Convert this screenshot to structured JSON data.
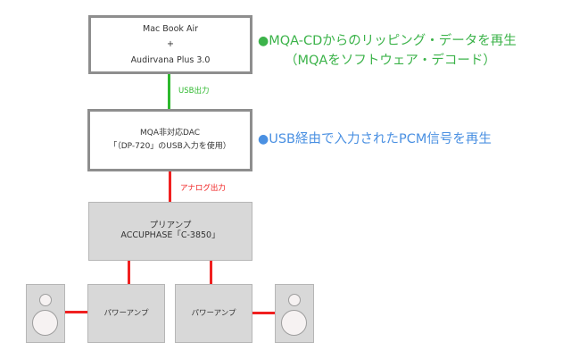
{
  "colors": {
    "usb_line": "#2db82d",
    "analog_line": "#f02020",
    "note_green": "#3cb34a",
    "note_blue": "#4a90e2",
    "box_border_white": "#8e8e8e",
    "box_fill_gray": "#d8d8d8"
  },
  "nodes": {
    "source": {
      "line1": "Mac Book Air",
      "line2": "+",
      "line3": "Audirvana Plus 3.0"
    },
    "dac": {
      "line1": "MQA非対応DAC",
      "line2": "「（DP-720」のUSB入力を使用）"
    },
    "preamp": {
      "line1": "プリアンプ",
      "line2": "ACCUPHASE「C-3850」"
    },
    "power_amp_left": {
      "label": "パワーアンプ"
    },
    "power_amp_right": {
      "label": "パワーアンプ"
    },
    "speaker_left": {
      "icon": "speaker-icon"
    },
    "speaker_right": {
      "icon": "speaker-icon"
    }
  },
  "connections": {
    "usb": {
      "label": "USB出力",
      "from": "source",
      "to": "dac"
    },
    "analog": {
      "label": "アナログ出力",
      "from": "dac",
      "to": "preamp"
    },
    "preamp_to_amps": [
      {
        "from": "preamp",
        "to": "power_amp_left"
      },
      {
        "from": "preamp",
        "to": "power_amp_right"
      }
    ],
    "amps_to_speakers": [
      {
        "from": "power_amp_left",
        "to": "speaker_left"
      },
      {
        "from": "power_amp_right",
        "to": "speaker_right"
      }
    ]
  },
  "notes": {
    "mqa": {
      "bullet": "●",
      "line1": "MQA-CDからのリッピング・データを再生",
      "line2": "（MQAをソフトウェア・デコード）"
    },
    "pcm": {
      "bullet": "●",
      "line1": "USB経由で入力されたPCM信号を再生"
    }
  }
}
